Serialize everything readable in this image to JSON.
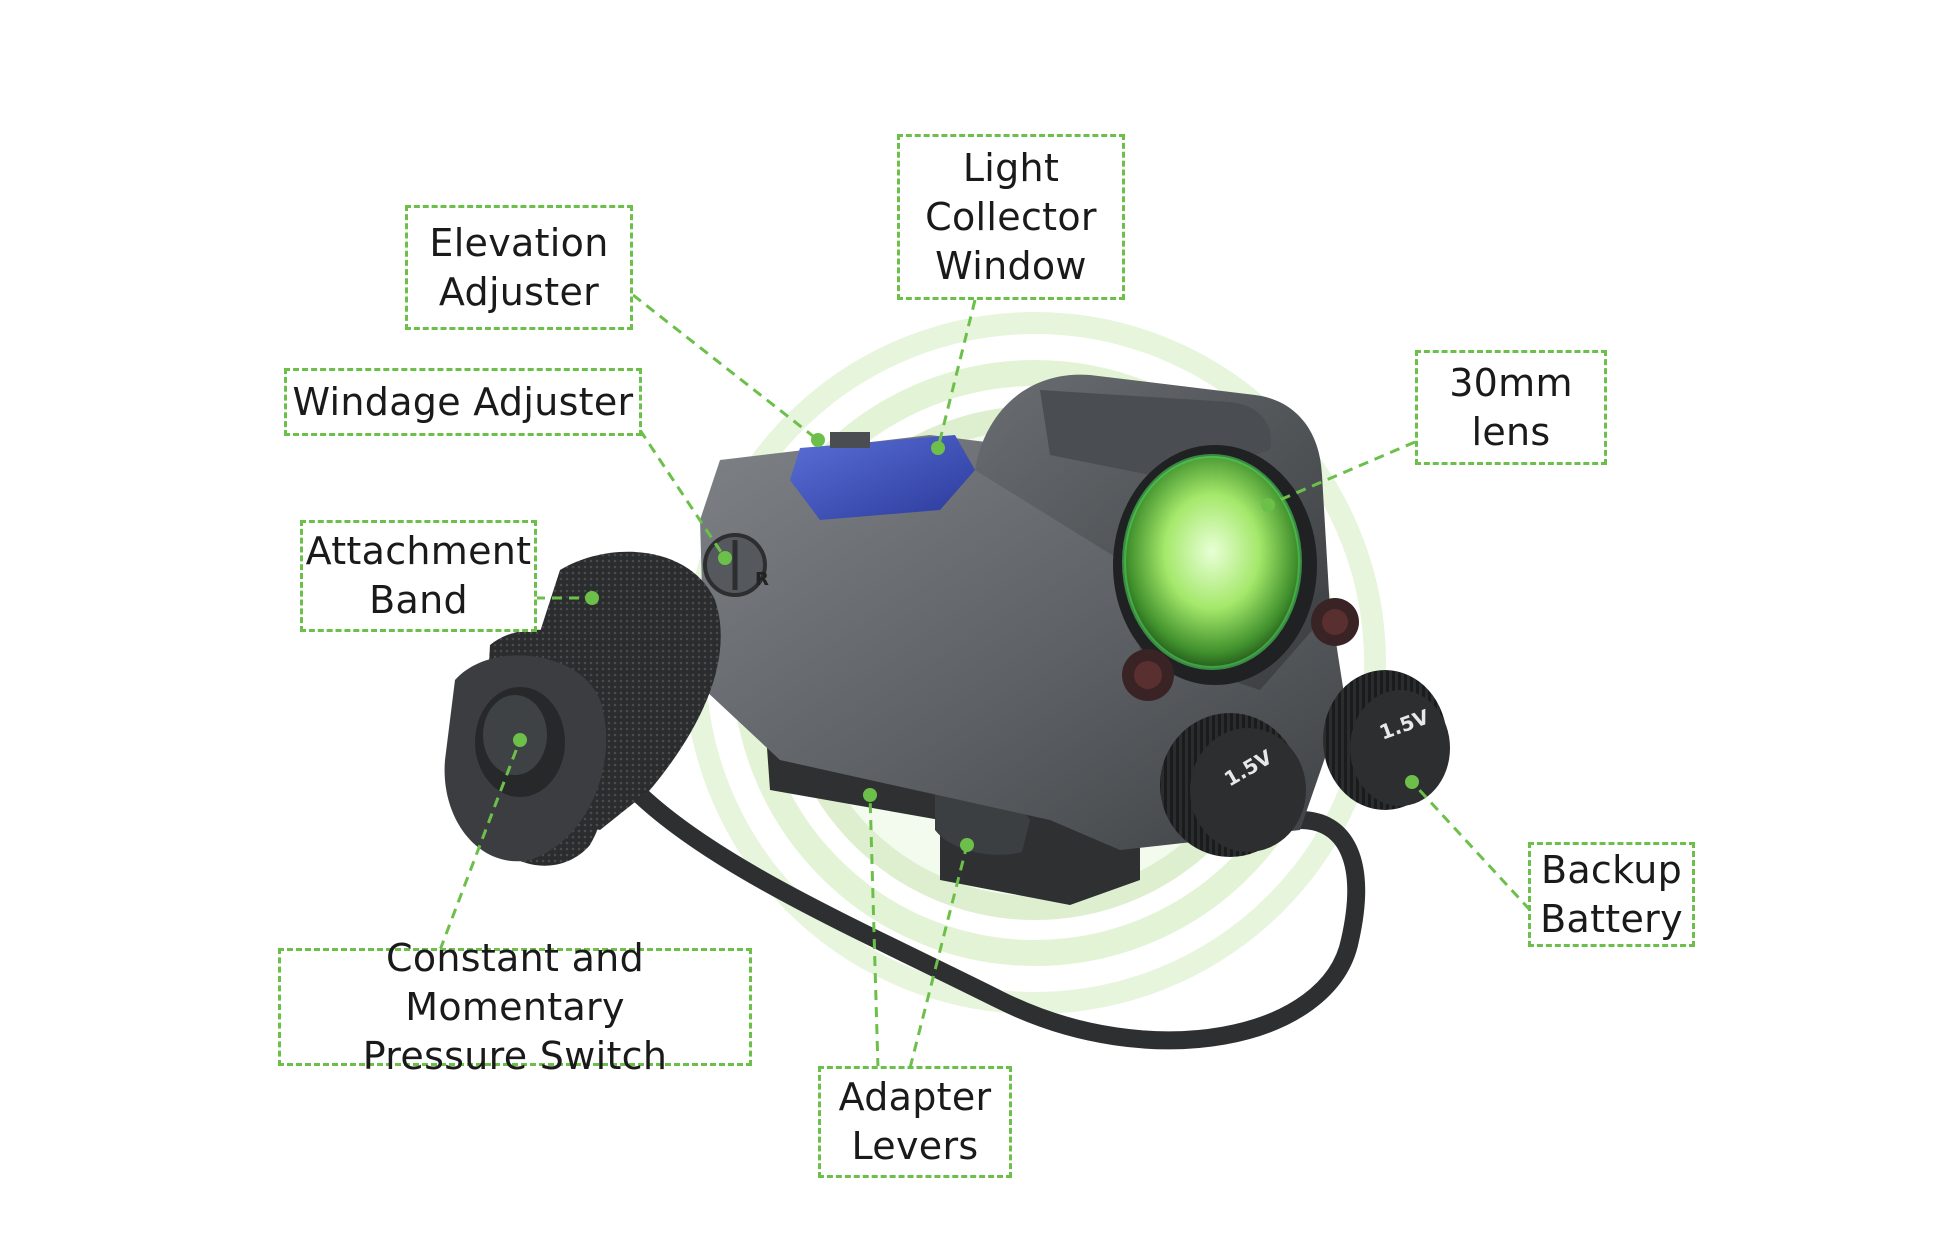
{
  "diagram": {
    "accent_color": "#6cc04a",
    "halo_color": "#ddf2cf",
    "callouts": [
      {
        "id": "light-collector-window",
        "text": "Light\nCollector\nWindow"
      },
      {
        "id": "elevation-adjuster",
        "text": "Elevation\nAdjuster"
      },
      {
        "id": "windage-adjuster",
        "text": "Windage Adjuster"
      },
      {
        "id": "30mm-lens",
        "text": "30mm\nlens"
      },
      {
        "id": "attachment-band",
        "text": "Attachment\nBand"
      },
      {
        "id": "backup-battery",
        "text": "Backup\nBattery"
      },
      {
        "id": "pressure-switch",
        "text": "Constant and Momentary\nPressure Switch"
      },
      {
        "id": "adapter-levers",
        "text": "Adapter\nLevers"
      }
    ],
    "device_markings": {
      "battery_label": "1.5V",
      "mode_letter": "R"
    }
  }
}
